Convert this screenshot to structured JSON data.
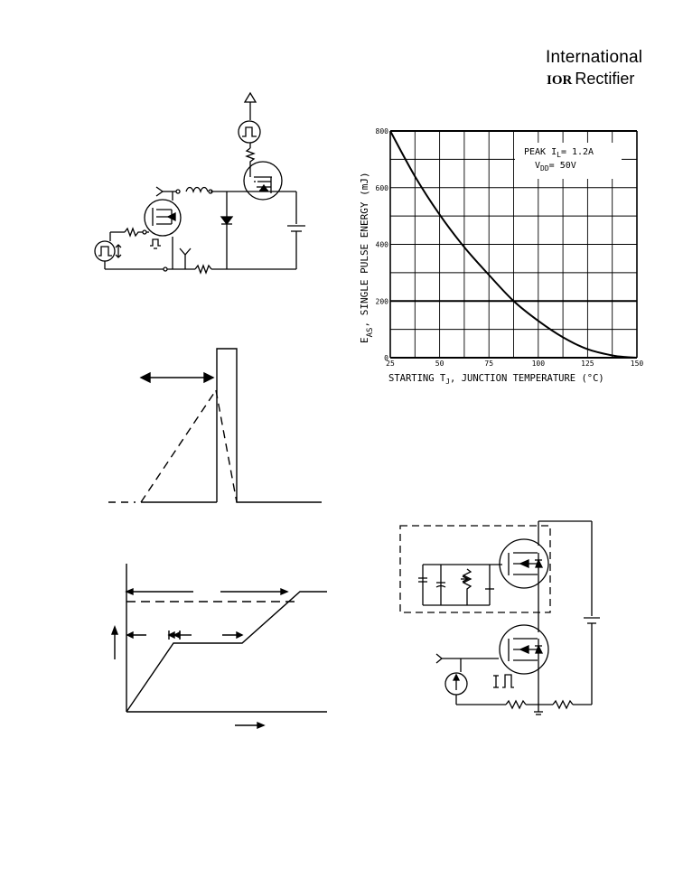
{
  "brand": {
    "line1": "International",
    "mark": "IOR",
    "line2": "Rectifier"
  },
  "chart_data": {
    "type": "line",
    "title": "",
    "ylabel": "E_AS , SINGLE PULSE ENERGY (mJ)",
    "ylabel_main": "E",
    "ylabel_sub": "AS",
    "ylabel_rest": ", SINGLE PULSE ENERGY (mJ)",
    "xlabel": "STARTING T_J , JUNCTION TEMPERATURE (°C)",
    "xlabel_pre": "STARTING T",
    "xlabel_sub": "J",
    "xlabel_rest": ", JUNCTION TEMPERATURE (",
    "xlabel_unit": "°C)",
    "xlim": [
      25,
      150
    ],
    "ylim": [
      0,
      800
    ],
    "x_ticks": [
      "25",
      "50",
      "75",
      "100",
      "125",
      "150"
    ],
    "y_ticks": [
      "0",
      "200",
      "400",
      "600",
      "800"
    ],
    "annotations": {
      "peak_line": "PEAK I",
      "peak_sub": "L",
      "peak_value": "= 1.2A",
      "vdd_line": "V",
      "vdd_sub": "DD",
      "vdd_value": "= 50V"
    },
    "series": [
      {
        "x": [
          25,
          37.5,
          50,
          62.5,
          75,
          87.5,
          100,
          112.5,
          125,
          137.5,
          145,
          150
        ],
        "values": [
          800,
          640,
          505,
          390,
          292,
          200,
          130,
          72,
          30,
          8,
          2,
          0
        ]
      }
    ],
    "grid": true
  }
}
